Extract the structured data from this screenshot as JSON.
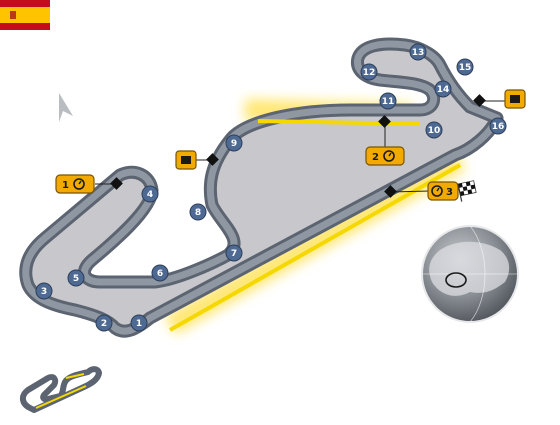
{
  "flag": {
    "country": "Spain",
    "colors": [
      "#c60b1e",
      "#ffc400",
      "#c60b1e"
    ],
    "icon": "spain-flag-icon"
  },
  "colors": {
    "track_fill": "#c8c8cc",
    "track_edge": "#5b6470",
    "track_edge_light": "#8f98a2",
    "highlight": "#f5d800",
    "turn_marker": "#4f6a92",
    "sector_box": "#f2a900",
    "pit_box": "#f2a900",
    "globe": "#6f747a"
  },
  "turns": [
    {
      "label": "1"
    },
    {
      "label": "2"
    },
    {
      "label": "3"
    },
    {
      "label": "4"
    },
    {
      "label": "5"
    },
    {
      "label": "6"
    },
    {
      "label": "7"
    },
    {
      "label": "8"
    },
    {
      "label": "9"
    },
    {
      "label": "10"
    },
    {
      "label": "11"
    },
    {
      "label": "12"
    },
    {
      "label": "13"
    },
    {
      "label": "14"
    },
    {
      "label": "15"
    },
    {
      "label": "16"
    }
  ],
  "sectors": [
    {
      "label": "1",
      "icon": "stopwatch-icon"
    },
    {
      "label": "2",
      "icon": "stopwatch-icon"
    },
    {
      "label": "3",
      "icon": "stopwatch-icon"
    }
  ],
  "icons": {
    "compass": "north-arrow-icon",
    "finish": "checkered-flag-icon",
    "pit": "pit-garage-icon",
    "globe": "globe-location-icon",
    "minimap": "track-overview-icon"
  }
}
